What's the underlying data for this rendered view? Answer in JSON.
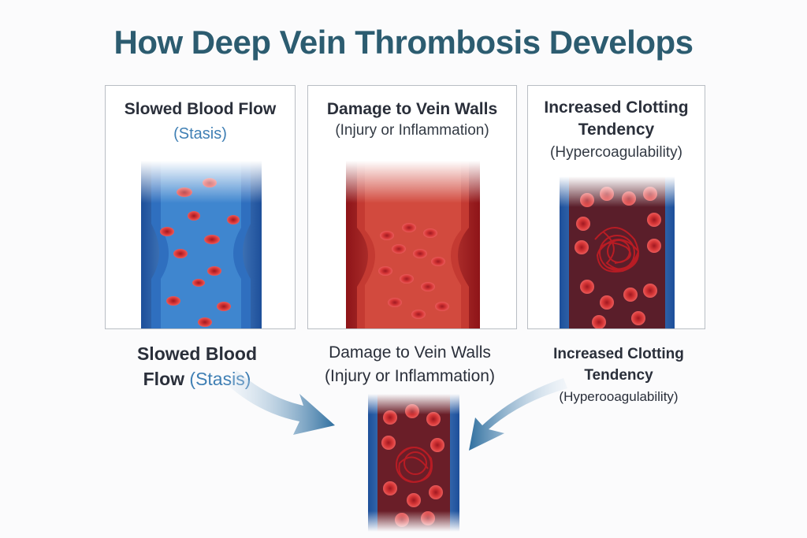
{
  "title": "How Deep Vein Thrombosis Develops",
  "panels": [
    {
      "title": "Slowed Blood Flow",
      "subtitle": "(Stasis)"
    },
    {
      "title": "Damage to Vein Walls",
      "subtitle": "(Injury or Inflammation)"
    },
    {
      "title_line1": "Increased Clotting",
      "title_line2": "Tendency",
      "subtitle": "(Hypercoagulability)"
    }
  ],
  "labels": {
    "stasis_line1": "Slowed Blood",
    "stasis_line2_prefix": "Flow",
    "stasis_line2_highlight": "(Stasis)",
    "damage_line1": "Damage to Vein Walls",
    "damage_line2": "(Injury or Inflammation)",
    "clotting_line1": "Increased Clotting",
    "clotting_line2": "Tendency",
    "clotting_line3": "(Hyperooagulability)"
  },
  "colors": {
    "title": "#2c5c70",
    "highlight": "#3f7fb4",
    "vein_blue": "#3b78c4",
    "blood_red": "#c0282c"
  }
}
